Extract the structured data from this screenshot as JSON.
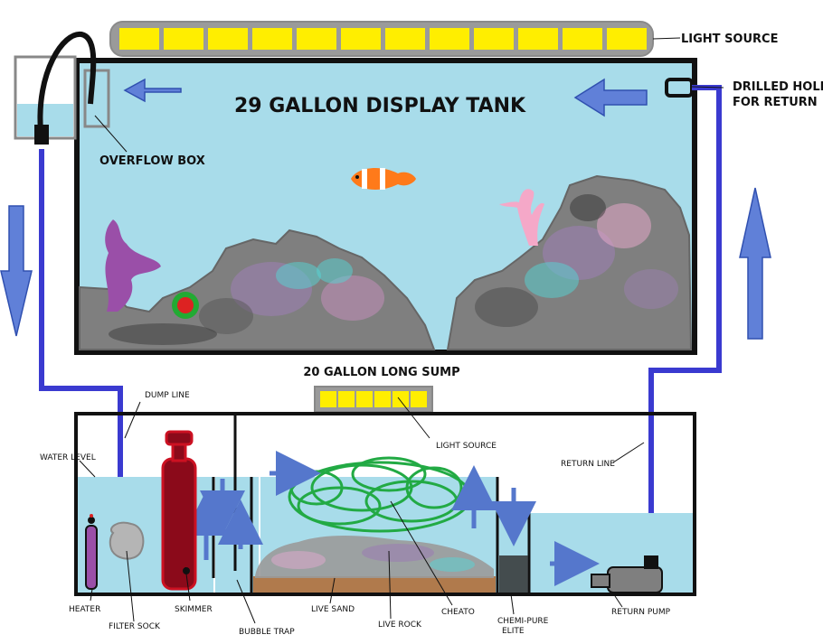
{
  "diagram": {
    "display_tank_title": "29 GALLON DISPLAY TANK",
    "sump_title": "20 GALLON LONG SUMP",
    "labels": {
      "light_source_top": "LIGHT SOURCE",
      "drilled_hole_line1": "DRILLED HOLE",
      "drilled_hole_line2": "FOR RETURN",
      "overflow_box": "OVERFLOW BOX",
      "dump_line": "DUMP LINE",
      "light_source_sump": "LIGHT SOURCE",
      "water_level": "WATER LEVEL",
      "return_line": "RETURN LINE",
      "heater": "HEATER",
      "filter_sock": "FILTER SOCK",
      "skimmer": "SKIMMER",
      "bubble_trap": "BUBBLE TRAP",
      "live_sand": "LIVE SAND",
      "live_rock": "LIVE ROCK",
      "cheato": "CHEATO",
      "chemi_pure_line1": "CHEMI-PURE",
      "chemi_pure_line2": "ELITE",
      "return_pump": "RETURN PUMP"
    },
    "colors": {
      "water": "#a8dcea",
      "rock": "#7f7f7f",
      "pipe": "#3a3ad0",
      "light": "#ffee00",
      "arrow": "#5577cc",
      "skimmer": "#8b0a1a",
      "cheato": "#22aa44",
      "sand": "#b07a4c"
    }
  }
}
